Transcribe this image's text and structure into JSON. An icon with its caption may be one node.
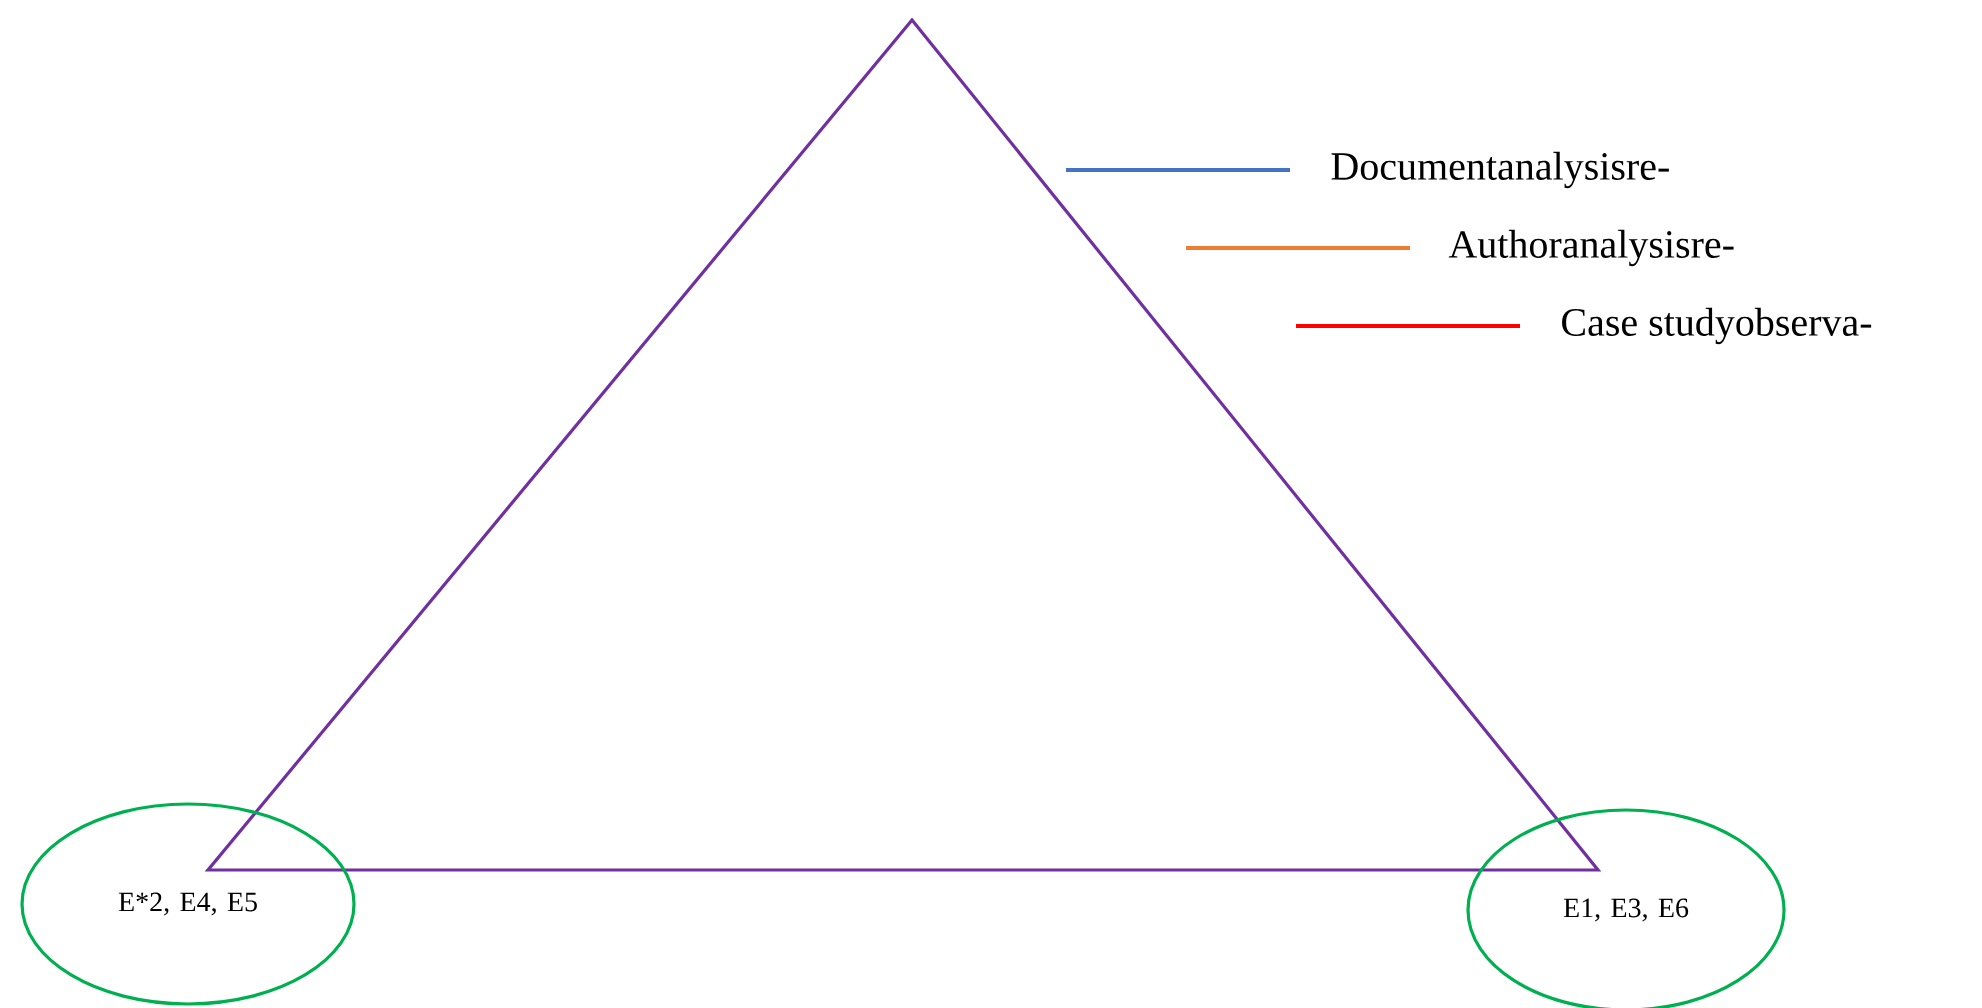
{
  "diagram": {
    "nodes": [
      {
        "text": [
          "E*2, E4, E5"
        ]
      },
      {
        "text": [
          "E1, E3, E6"
        ]
      }
    ],
    "legend": [
      {
        "text": "Documentanalysisre-",
        "color": "#4472c4"
      },
      {
        "text": "Authoranalysisre-",
        "color": "#ed7d31"
      },
      {
        "text": "Case studyobserva-",
        "color": "#ff0000"
      }
    ]
  }
}
